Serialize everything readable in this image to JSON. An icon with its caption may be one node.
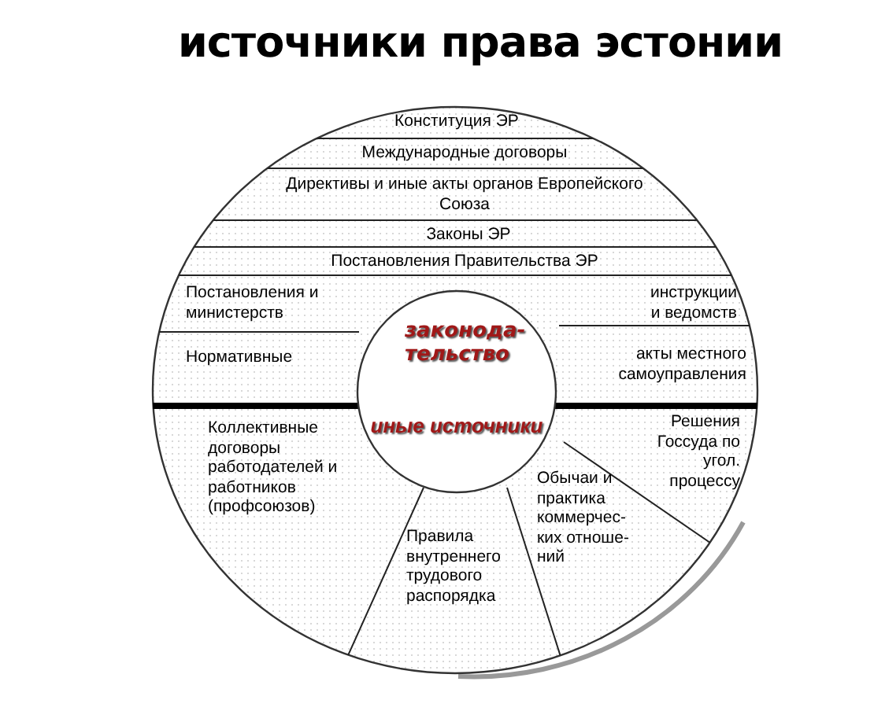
{
  "diagram": {
    "title": "источники права эстонии",
    "nodes": [
      {
        "text": [],
        "shape": "circle"
      },
      {
        "text": [
          "законода- тельство",
          "иные источники"
        ],
        "in": 0
      }
    ],
    "labels": [
      "Конституция ЭР",
      "Международные договоры",
      "Директивы и иные акты органов Европейского Союза",
      "Законы ЭР",
      "Постановления Правительства ЭР",
      "Постановления и министерств",
      "инструкции и ведомств",
      "Нормативные",
      "акты местного самоуправления",
      "Коллективные договоры работодателей и работников (профсоюзов)",
      "Правила внутреннего трудового распорядка",
      "Обычаи и практика коммерчес- ких отноше- ний",
      "Решения Госсуда по угол. процессу"
    ]
  }
}
